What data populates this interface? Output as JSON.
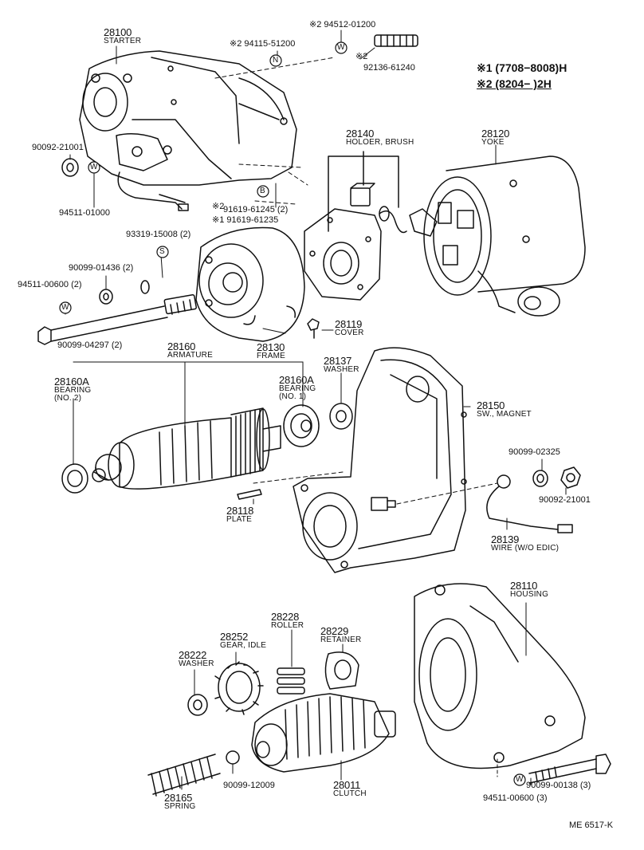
{
  "legend": {
    "line1": "※1 (7708−8008)H",
    "line2": "※2 (8204−        )2H"
  },
  "parts": {
    "p28100": {
      "num": "28100",
      "name": "STARTER"
    },
    "p28140": {
      "num": "28140",
      "name": "HOLOER, BRUSH"
    },
    "p28120": {
      "num": "28120",
      "name": "YOKE"
    },
    "p28119": {
      "num": "28119",
      "name": "COVER"
    },
    "p28130": {
      "num": "28130",
      "name": "FRAME"
    },
    "p28160": {
      "num": "28160",
      "name": "ARMATURE"
    },
    "p28160a_left": {
      "num": "28160A",
      "name1": "BEARING",
      "name2": "(NO. 2)"
    },
    "p28160a_right": {
      "num": "28160A",
      "name1": "BEARING",
      "name2": "(NO. 1)"
    },
    "p28137": {
      "num": "28137",
      "name": "WASHER"
    },
    "p28150": {
      "num": "28150",
      "name": "SW., MAGNET"
    },
    "p28118": {
      "num": "28118",
      "name": "PLATE"
    },
    "p28139": {
      "num": "28139",
      "name": "WIRE (W/O EDIC)"
    },
    "p28110": {
      "num": "28110",
      "name": "HOUSING"
    },
    "p28228": {
      "num": "28228",
      "name": "ROLLER"
    },
    "p28229": {
      "num": "28229",
      "name": "RETAINER"
    },
    "p28252": {
      "num": "28252",
      "name": "GEAR, IDLE"
    },
    "p28222": {
      "num": "28222",
      "name": "WASHER"
    },
    "p28165": {
      "num": "28165",
      "name": "SPRING"
    },
    "p28011": {
      "num": "28011",
      "name": "CLUTCH"
    }
  },
  "codes": {
    "c94512": "※2 94512-01200",
    "c94115": "※2 94115-51200",
    "c92136_mark": "※2",
    "c92136": "92136-61240",
    "c90092_top": "90092-21001",
    "c94511_01000": "94511-01000",
    "c91619_61245_mark": "※2",
    "c91619_61245": "91619-61245 (2)",
    "c91619_61235": "※1 91619-61235",
    "c93319": "93319-15008 (2)",
    "c90099_01436": "90099-01436 (2)",
    "c94511_00600_top": "94511-00600 (2)",
    "c90099_04297": "90099-04297 (2)",
    "c90099_02325": "90099-02325",
    "c90092_right": "90092-21001",
    "c90099_12009": "90099-12009",
    "c90099_00138": "90099-00138 (3)",
    "c94511_00600_bottom": "94511-00600 (3)",
    "ref": "ME 6517-K"
  },
  "symbols": {
    "n": "N",
    "w_top": "W",
    "w_left": "W",
    "b": "B",
    "s": "S",
    "w_bolt": "W",
    "w_bottom": "W"
  }
}
